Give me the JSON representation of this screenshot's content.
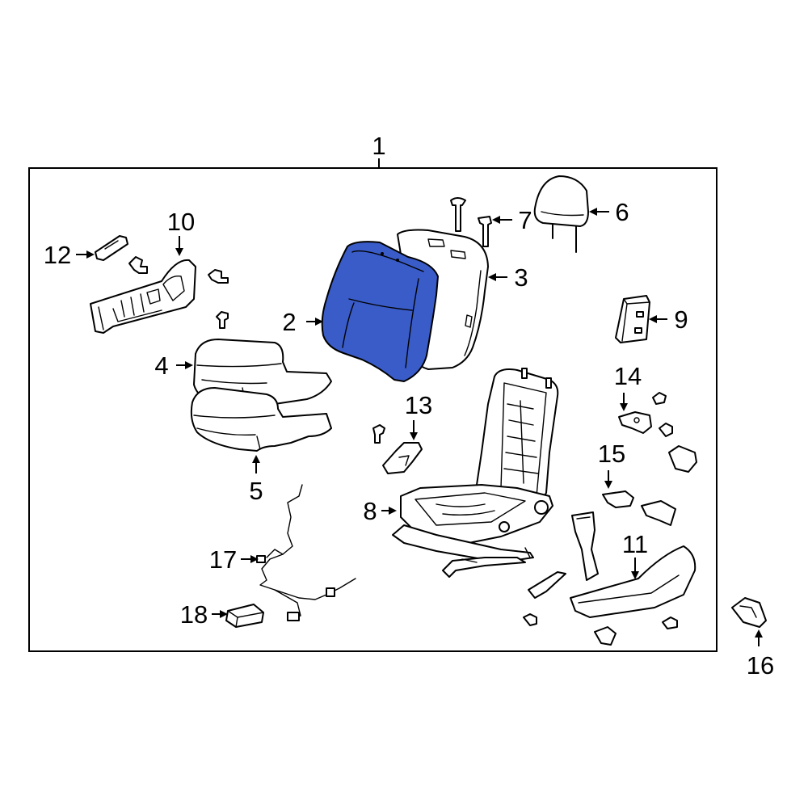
{
  "diagram": {
    "highlight_color": "#3A5CC8",
    "line_color": "#000000",
    "highlighted_part": "2",
    "callouts": {
      "c1": "1",
      "c2": "2",
      "c3": "3",
      "c4": "4",
      "c5": "5",
      "c6": "6",
      "c7": "7",
      "c8": "8",
      "c9": "9",
      "c10": "10",
      "c11": "11",
      "c12": "12",
      "c13": "13",
      "c14": "14",
      "c15": "15",
      "c16": "16",
      "c17": "17",
      "c18": "18"
    }
  }
}
